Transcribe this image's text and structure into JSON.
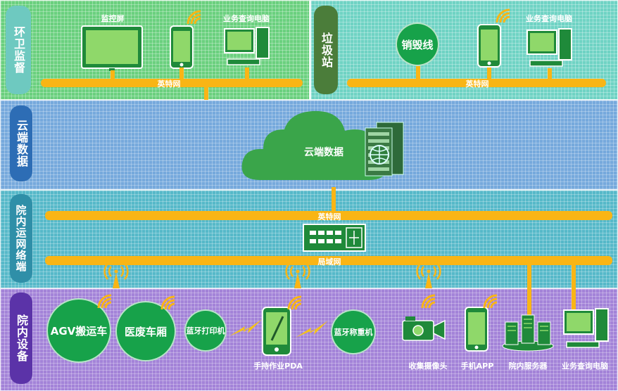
{
  "sections": {
    "env": {
      "label": "环卫监督",
      "monitor_label": "监控屏",
      "pc_label": "业务查询电脑",
      "bus_label": "英特网"
    },
    "waste": {
      "label": "垃圾站",
      "destroy_label": "销毁线",
      "pc_label": "业务查询电脑",
      "bus_label": "英特网"
    },
    "cloud": {
      "label": "云端数据",
      "cloud_label": "云端数据"
    },
    "transport": {
      "label": "院内运网络端",
      "bus_top_label": "英特网",
      "bus_bottom_label": "局域网"
    },
    "devices": {
      "label": "院内设备",
      "agv_label": "AGV搬运车",
      "waste_cart_label": "医废车厢",
      "bt_printer_label": "蓝牙打印机",
      "pda_label": "手持作业PDA",
      "bt_scale_label": "蓝牙称重机",
      "camera_label": "收集摄像头",
      "app_label": "手机APP",
      "server_label": "院内服务器",
      "pc_label": "业务查询电脑"
    }
  },
  "colors": {
    "bus": "#f9b515",
    "label_env": "#6ec9c0",
    "label_waste": "#4b7d3a",
    "label_cloud": "#2d6db5",
    "label_transport": "#2f8fa8",
    "label_devices": "#5b33a8",
    "device_green": "#17a24a",
    "lightning": "#f4c21a"
  },
  "icons": [
    "monitor-icon",
    "phone-icon",
    "desktop-pc-icon",
    "wifi-icon",
    "cloud-icon",
    "server-rack-icon",
    "network-switch-icon",
    "camera-icon",
    "pda-icon",
    "lightning-icon",
    "server-cluster-icon"
  ]
}
